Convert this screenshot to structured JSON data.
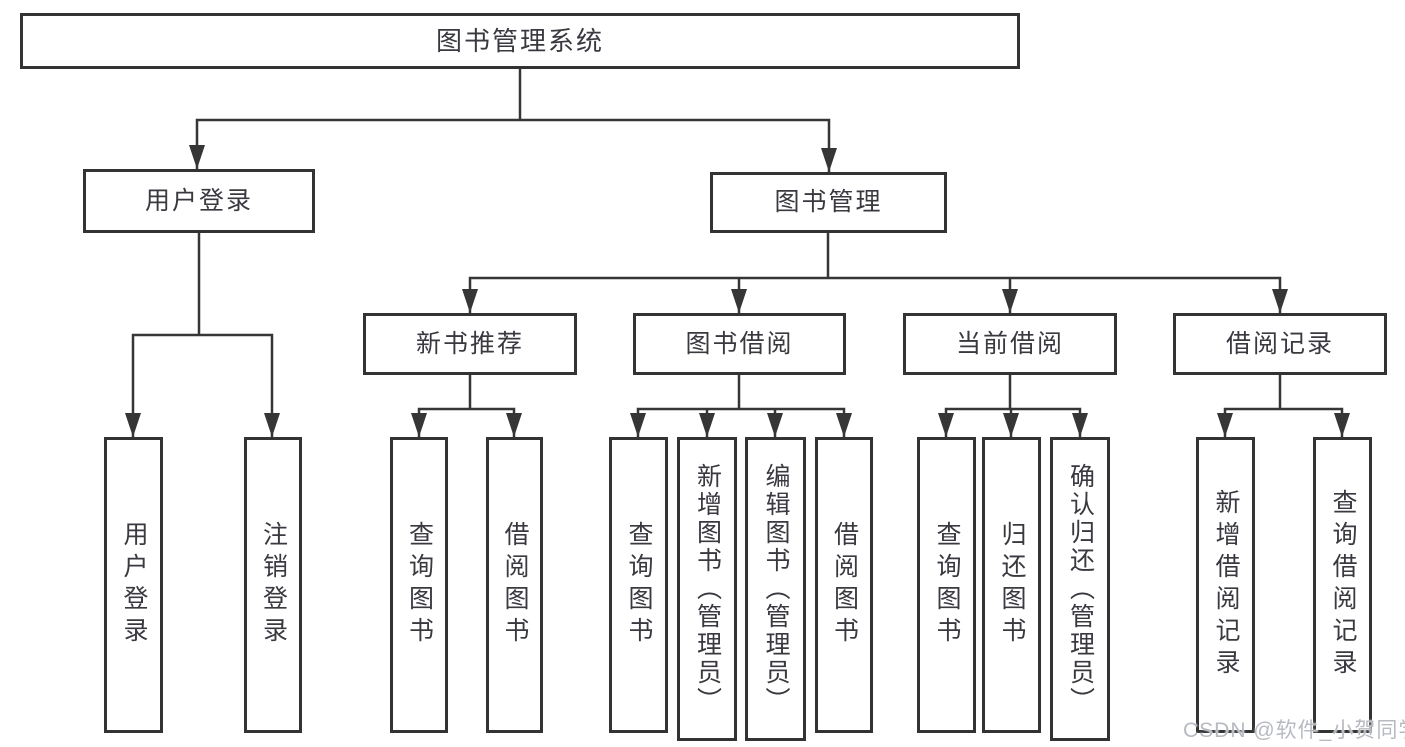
{
  "page": {
    "background": "#ffffff"
  },
  "colors": {
    "line": "#363636",
    "box_border": "#333333",
    "text": "#393940",
    "watermark": "#b7bac2"
  },
  "tree": {
    "label": "图书管理系统",
    "children": [
      {
        "label": "用户登录",
        "children": [
          {
            "label": "用户登录"
          },
          {
            "label": "注销登录"
          }
        ]
      },
      {
        "label": "图书管理",
        "children": [
          {
            "label": "新书推荐",
            "children": [
              {
                "label": "查询图书"
              },
              {
                "label": "借阅图书"
              }
            ]
          },
          {
            "label": "图书借阅",
            "children": [
              {
                "label": "查询图书"
              },
              {
                "label": "新增图书（管理员）"
              },
              {
                "label": "编辑图书（管理员）"
              },
              {
                "label": "借阅图书"
              }
            ]
          },
          {
            "label": "当前借阅",
            "children": [
              {
                "label": "查询图书"
              },
              {
                "label": "归还图书"
              },
              {
                "label": "确认归还（管理员）"
              }
            ]
          },
          {
            "label": "借阅记录",
            "children": [
              {
                "label": "新增借阅记录"
              },
              {
                "label": "查询借阅记录"
              }
            ]
          }
        ]
      }
    ]
  },
  "watermark": {
    "text": "CSDN @软件_小贺同学"
  }
}
